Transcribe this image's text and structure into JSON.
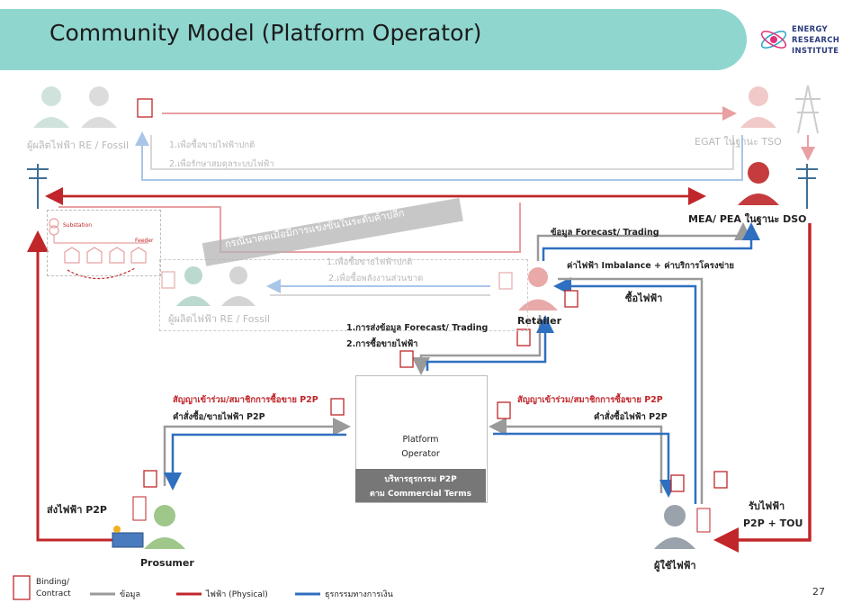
{
  "title": "Community Model (Platform Operator)",
  "logo": {
    "line1": "ENERGY",
    "line2": "RESEARCH",
    "line3": "INSTITUTE"
  },
  "nodes": {
    "re_producer_top": "ผู้ผลิตไฟฟ้า RE / Fossil",
    "egat": "EGAT ในฐานะ TSO",
    "mea_pea": "MEA/ PEA ในฐานะ DSO",
    "re_producer_mid": "ผู้ผลิตไฟฟ้า RE / Fossil",
    "retailer": "Retailer",
    "platform_line1": "Platform",
    "platform_line2": "Operator",
    "platform_caption1": "บริหารธุรกรรม P2P",
    "platform_caption2": "ตาม Commercial Terms",
    "prosumer": "Prosumer",
    "consumer": "ผู้ใช้ไฟฟ้า",
    "substation": "Substation",
    "feeder": "Feeder"
  },
  "labels": {
    "top_purpose1": "1.เพื่อซื้อขายไฟฟ้าปกติ",
    "top_purpose2": "2.เพื่อรักษาสมดุลระบบไฟฟ้า",
    "mid_purpose1": "1.เพื่อซื้อขายไฟฟ้าปกติ",
    "mid_purpose2": "2.เพื่อซื้อพลังงานส่วนขาด",
    "banner": "กรณีนาคตเมื่อมีการแข่งขันในระดับค้าปลีก",
    "forecast_trading": "ข้อมูล Forecast/ Trading",
    "imbalance": "ค่าไฟฟ้า Imbalance + ค่าบริการโครงข่าย",
    "buy_power": "ซื้อไฟฟ้า",
    "send_forecast1": "1.การส่งข้อมูล Forecast/ Trading",
    "send_forecast2": "2.การซื้อขายไฟฟ้า",
    "left_contract": "สัญญาเข้าร่วม/สมาชิกการซื้อขาย P2P",
    "left_order": "คำสั่งซื้อ/ขายไฟฟ้า P2P",
    "right_contract": "สัญญาเข้าร่วม/สมาชิกการซื้อขาย P2P",
    "right_order": "คำสั่งซื้อไฟฟ้า P2P",
    "send_p2p": "ส่งไฟฟ้า P2P",
    "receive_power": "รับไฟฟ้า",
    "p2p_tou": "P2P + TOU"
  },
  "legend": {
    "binding": "Binding/",
    "contract": "Contract",
    "data": "ข้อมูล",
    "physical": "ไฟฟ้า (Physical)",
    "financial": "ธุรกรรมทางการเงิน"
  },
  "colors": {
    "data": "#a8a8a8",
    "physical": "#c0262a",
    "financial": "#2f6fbf",
    "title_bar": "#8fd6cf"
  },
  "page_number": "27"
}
